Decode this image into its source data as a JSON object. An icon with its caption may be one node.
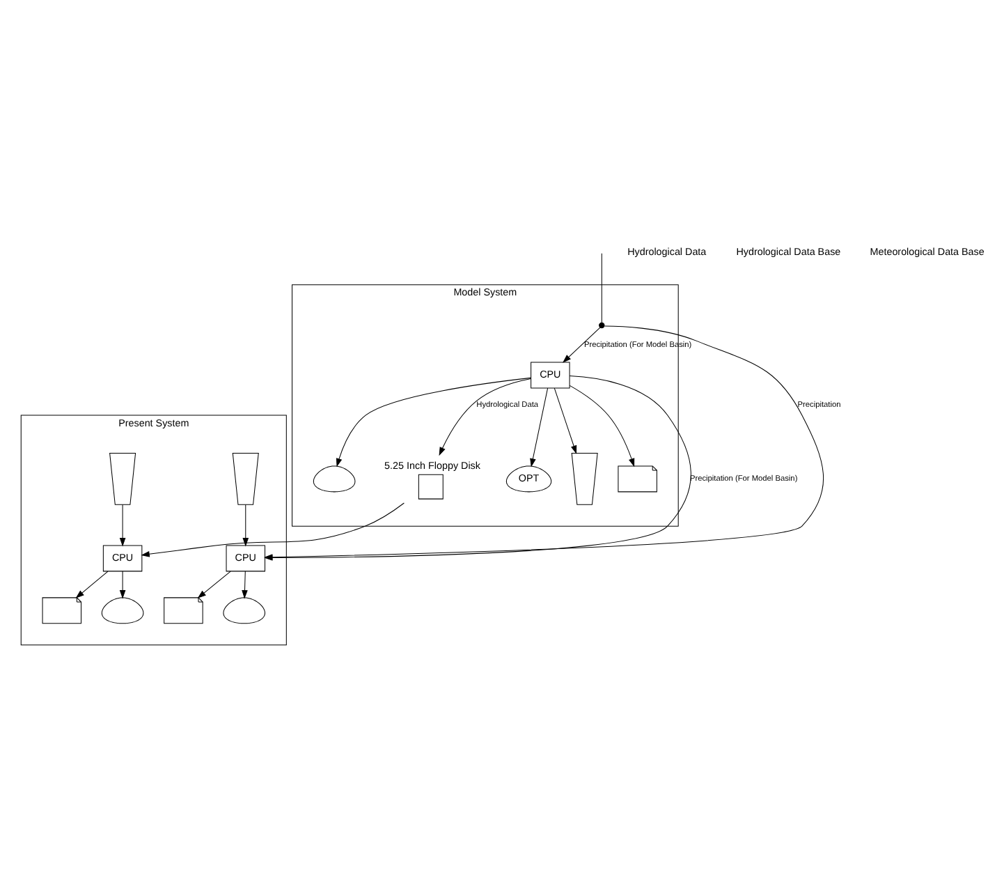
{
  "diagram": {
    "nodes": [
      {
        "text": [
          "Model System"
        ]
      },
      {
        "text": [
          "Present System"
        ]
      },
      {
        "text": [],
        "shape": "box",
        "beside": [
          "5.25 Inch Floppy Disk"
        ],
        "in": 0
      },
      {
        "text": [
          "CPU"
        ],
        "in": 0
      },
      {
        "text": [
          "OPT"
        ],
        "in": 0
      },
      {
        "text": [],
        "shape": "trapezoid",
        "in": 0
      },
      {
        "text": [],
        "shape": "document",
        "in": 0
      },
      {
        "text": [],
        "shape": "display",
        "in": 0
      },
      {
        "text": [
          "CPU"
        ],
        "in": 1
      },
      {
        "text": [],
        "shape": "trapezoid",
        "in": 1
      },
      {
        "text": [],
        "shape": "document",
        "in": 1
      },
      {
        "text": [],
        "shape": "display",
        "in": 1
      },
      {
        "text": [
          "CPU"
        ],
        "in": 1
      },
      {
        "text": [],
        "shape": "trapezoid",
        "in": 1
      },
      {
        "text": [],
        "shape": "document",
        "in": 1
      },
      {
        "text": [],
        "shape": "display",
        "in": 1
      },
      {
        "text": [],
        "shape": "dot",
        "in": 0
      }
    ],
    "edges": [
      {
        "from": 3,
        "to": 2,
        "arrow": "to",
        "label": "Hydrological Data"
      },
      {
        "from": 2,
        "to": 8,
        "arrow": "to"
      },
      {
        "from": 3,
        "to": 4,
        "arrow": "to"
      },
      {
        "from": 3,
        "to": 6,
        "arrow": "to"
      },
      {
        "from": 3,
        "to": 5,
        "arrow": "to"
      },
      {
        "from": 3,
        "to": 7,
        "arrow": "to"
      },
      {
        "from": 3,
        "to": 12,
        "arrow": "to",
        "label": "Precipitation (For Model Basin)"
      },
      {
        "from": 9,
        "to": 8,
        "arrow": "to"
      },
      {
        "from": 8,
        "to": 10,
        "arrow": "to"
      },
      {
        "from": 8,
        "to": 11,
        "arrow": "to"
      },
      {
        "from": 13,
        "to": 12,
        "arrow": "to"
      },
      {
        "from": 12,
        "to": 14,
        "arrow": "to"
      },
      {
        "from": 12,
        "to": 15,
        "arrow": "to"
      },
      {
        "from": null,
        "to": 16,
        "arrow": "none"
      },
      {
        "from": 16,
        "to": 3,
        "arrow": "to",
        "label": "Precipitation (For Model Basin)"
      },
      {
        "from": 16,
        "to": 12,
        "arrow": "to",
        "label": "Precipitation"
      }
    ],
    "labels": [
      "Hydrological Data",
      "Hydrological Data Base",
      "Meteorological Data Base"
    ]
  }
}
